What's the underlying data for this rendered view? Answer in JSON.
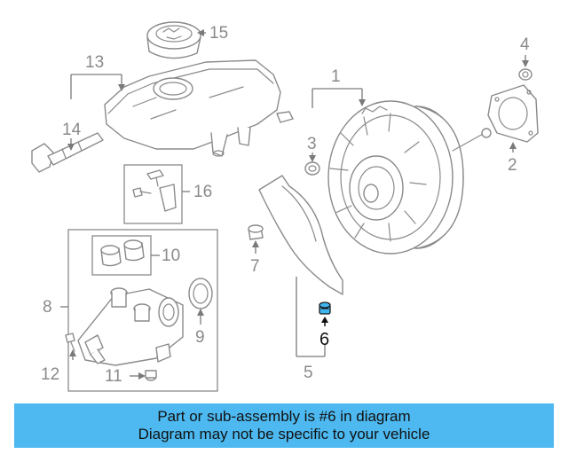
{
  "diagram": {
    "callouts": [
      "1",
      "2",
      "3",
      "4",
      "5",
      "6",
      "7",
      "8",
      "9",
      "10",
      "11",
      "12",
      "13",
      "14",
      "15",
      "16"
    ],
    "highlighted_callout": "6",
    "colors": {
      "highlight": "#3fb6ef",
      "banner": "#4db9f0",
      "line": "#8a8a8a"
    }
  },
  "banner": {
    "line1": "Part or sub-assembly is #6 in diagram",
    "line2": "Diagram may not be specific to your vehicle"
  }
}
